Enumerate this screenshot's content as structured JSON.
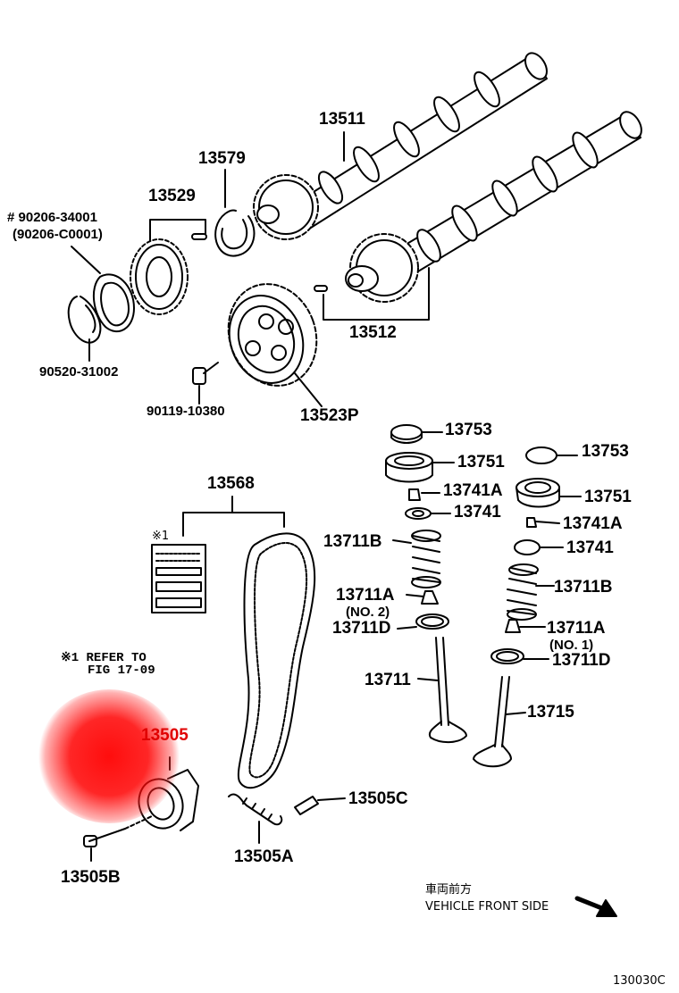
{
  "labels": {
    "p13511": "13511",
    "p13579": "13579",
    "p13529": "13529",
    "p90206a": "# 90206-34001",
    "p90206b": "(90206-C0001)",
    "p13512": "13512",
    "p90520": "90520-31002",
    "p90119": "90119-10380",
    "p13523p": "13523P",
    "p13753a": "13753",
    "p13753b": "13753",
    "p13751a": "13751",
    "p13751b": "13751",
    "p13741aa": "13741A",
    "p13741ab": "13741A",
    "p13741a": "13741",
    "p13741b": "13741",
    "p13568": "13568",
    "note1": "※1",
    "p13711ba": "13711B",
    "p13711bb": "13711B",
    "p13711aa": "13711A",
    "p13711ab": "13711A",
    "no2": "(NO. 2)",
    "no1": "(NO. 1)",
    "p13711da": "13711D",
    "p13711db": "13711D",
    "refer1": "※1 REFER TO",
    "refer2": "FIG  17-09",
    "p13711": "13711",
    "p13715": "13715",
    "p13505": "13505",
    "p13505c": "13505C",
    "p13505a": "13505A",
    "p13505b": "13505B",
    "dir_jp": "車両前方",
    "dir_en": "VEHICLE FRONT SIDE",
    "code": "130030C"
  },
  "colors": {
    "line": "#000000",
    "highlight": "#e00000"
  }
}
